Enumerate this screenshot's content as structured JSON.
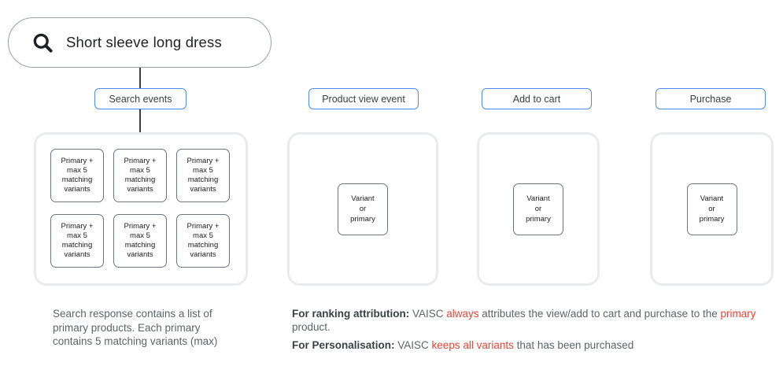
{
  "search_bar": {
    "query": "Short sleeve long dress"
  },
  "buttons": {
    "search_events": "Search events",
    "product_view": "Product view event",
    "add_to_cart": "Add to cart",
    "purchase": "Purchase"
  },
  "boxes": {
    "primary_label": "Primary +\nmax 5\nmatching\nvariants",
    "variant_label": "Variant\nor\nprimary"
  },
  "captions": {
    "search_response": "Search response contains a list of\nprimary products. Each primary\ncontains 5 matching variants (max)"
  },
  "annotations": {
    "ranking": {
      "segments": [
        {
          "text": "For ranking attribution:",
          "style": "bold"
        },
        {
          "text": " VAISC ",
          "style": "normal"
        },
        {
          "text": "always",
          "style": "red"
        },
        {
          "text": " attributes the view/add to cart and purchase to the ",
          "style": "normal"
        },
        {
          "text": "primary",
          "style": "red"
        },
        {
          "text": " product.",
          "style": "normal"
        }
      ]
    },
    "personalisation": {
      "segments": [
        {
          "text": "For Personalisation:",
          "style": "bold"
        },
        {
          "text": " VAISC ",
          "style": "normal"
        },
        {
          "text": "keeps all variants",
          "style": "red"
        },
        {
          "text": " that has been purchased",
          "style": "normal"
        }
      ]
    }
  },
  "colors": {
    "accent_blue": "#4E8AF0",
    "highlight_red": "#EA4335",
    "container_border": "#E9EBED",
    "text_dark": "#202124",
    "text_gray": "#5F6368"
  }
}
